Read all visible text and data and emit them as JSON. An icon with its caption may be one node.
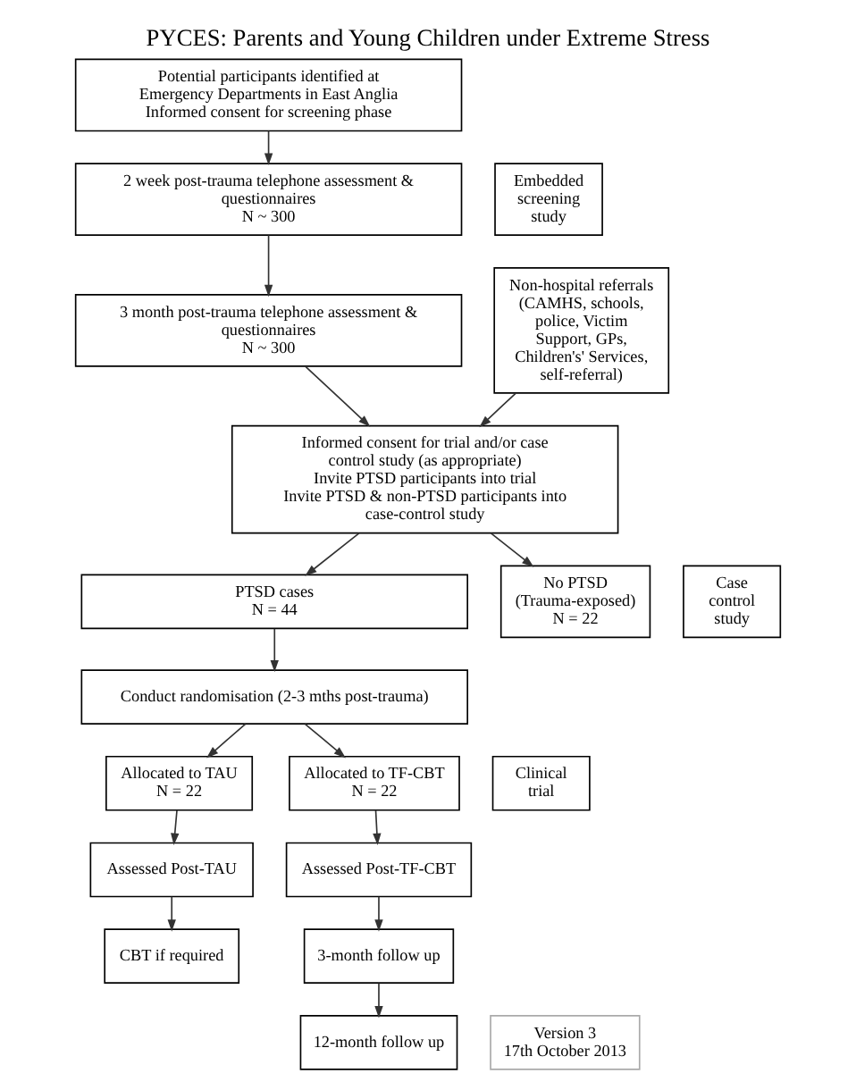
{
  "diagram": {
    "title": "PYCES: Parents and Young Children under Extreme Stress",
    "nodes": [
      {
        "text": [
          "Potential participants identified at Emergency Departments in East Anglia",
          "Informed consent for screening phase"
        ]
      },
      {
        "text": [
          "Embedded screening study"
        ]
      },
      {
        "text": [
          "2 week post-trauma telephone assessment & questionnaires",
          "N ~ 300"
        ]
      },
      {
        "text": [
          "3 month post-trauma telephone assessment & questionnaires",
          "N ~ 300"
        ]
      },
      {
        "text": [
          "Non-hospital referrals (CAMHS, schools, police, Victim Support, GPs, Children's' Services, self-referral)"
        ]
      },
      {
        "text": [
          "Informed consent for trial and/or case control study (as appropriate)",
          "Invite PTSD participants into trial",
          "Invite PTSD & non-PTSD participants into case-control study"
        ]
      },
      {
        "text": [
          "Case control study"
        ]
      },
      {
        "text": [
          "PTSD cases",
          "N = 44"
        ]
      },
      {
        "text": [
          "No PTSD",
          "(Trauma-exposed)",
          "N = 22"
        ]
      },
      {
        "text": [
          "Clinical trial"
        ]
      },
      {
        "text": [
          "Conduct randomisation (2-3 mths post-trauma)"
        ]
      },
      {
        "text": [
          "Allocated to TAU",
          "N = 22"
        ]
      },
      {
        "text": [
          "Allocated to TF-CBT",
          "N = 22"
        ]
      },
      {
        "text": [
          "Assessed Post-TAU"
        ]
      },
      {
        "text": [
          "Assessed Post-TF-CBT"
        ]
      },
      {
        "text": [
          "CBT if required"
        ]
      },
      {
        "text": [
          "3-month follow up"
        ]
      },
      {
        "text": [
          "12-month follow up"
        ]
      },
      {
        "text": [
          "Version 3",
          "17th October 2013"
        ]
      }
    ],
    "edges": [
      {
        "from": 0,
        "to": 2,
        "arrow": "to"
      },
      {
        "from": 2,
        "to": 3,
        "arrow": "to"
      },
      {
        "from": 3,
        "to": 5,
        "arrow": "to"
      },
      {
        "from": 4,
        "to": 5,
        "arrow": "to"
      },
      {
        "from": 5,
        "to": 7,
        "arrow": "to"
      },
      {
        "from": 5,
        "to": 8,
        "arrow": "to"
      },
      {
        "from": 7,
        "to": 10,
        "arrow": "to"
      },
      {
        "from": 10,
        "to": 11,
        "arrow": "to"
      },
      {
        "from": 10,
        "to": 12,
        "arrow": "to"
      },
      {
        "from": 11,
        "to": 13,
        "arrow": "to"
      },
      {
        "from": 12,
        "to": 14,
        "arrow": "to"
      },
      {
        "from": 13,
        "to": 15,
        "arrow": "to"
      },
      {
        "from": 14,
        "to": 16,
        "arrow": "to"
      },
      {
        "from": 16,
        "to": 17,
        "arrow": "to"
      }
    ]
  }
}
